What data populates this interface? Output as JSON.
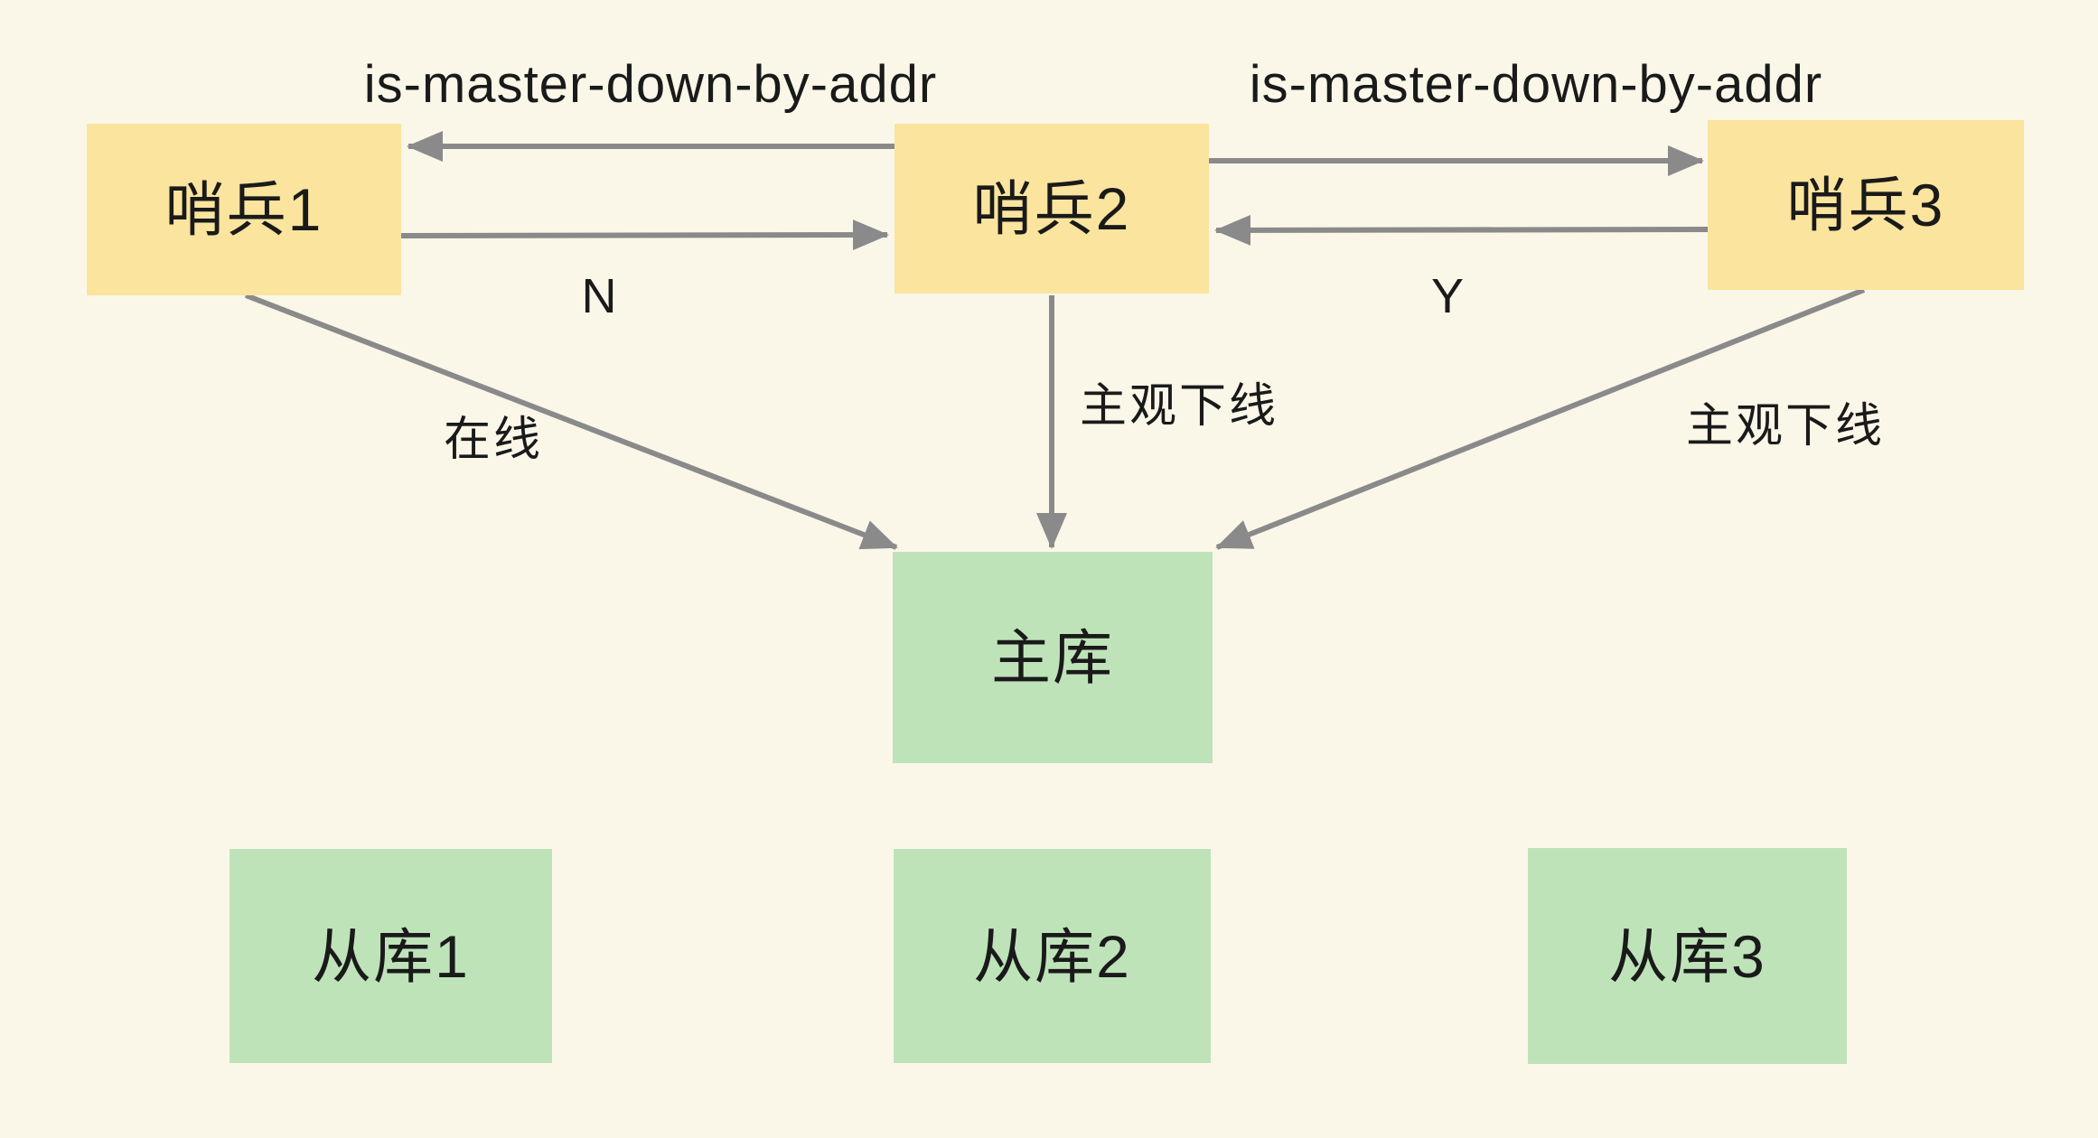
{
  "diagram": {
    "background_color": "#FAF7E9",
    "colors": {
      "sentinel_fill": "#FAE49E",
      "database_fill": "#BEE3B9",
      "arrow": "#8A8A8A",
      "text": "#1A1A1A"
    },
    "nodes": {
      "sentinel1": {
        "label": "哨兵1"
      },
      "sentinel2": {
        "label": "哨兵2"
      },
      "sentinel3": {
        "label": "哨兵3"
      },
      "master": {
        "label": "主库"
      },
      "slave1": {
        "label": "从库1"
      },
      "slave2": {
        "label": "从库2"
      },
      "slave3": {
        "label": "从库3"
      }
    },
    "edge_labels": {
      "is_master_down_left": "is-master-down-by-addr",
      "is_master_down_right": "is-master-down-by-addr",
      "n": "N",
      "y": "Y",
      "online": "在线",
      "sdown_mid": "主观下线",
      "sdown_right": "主观下线"
    }
  }
}
